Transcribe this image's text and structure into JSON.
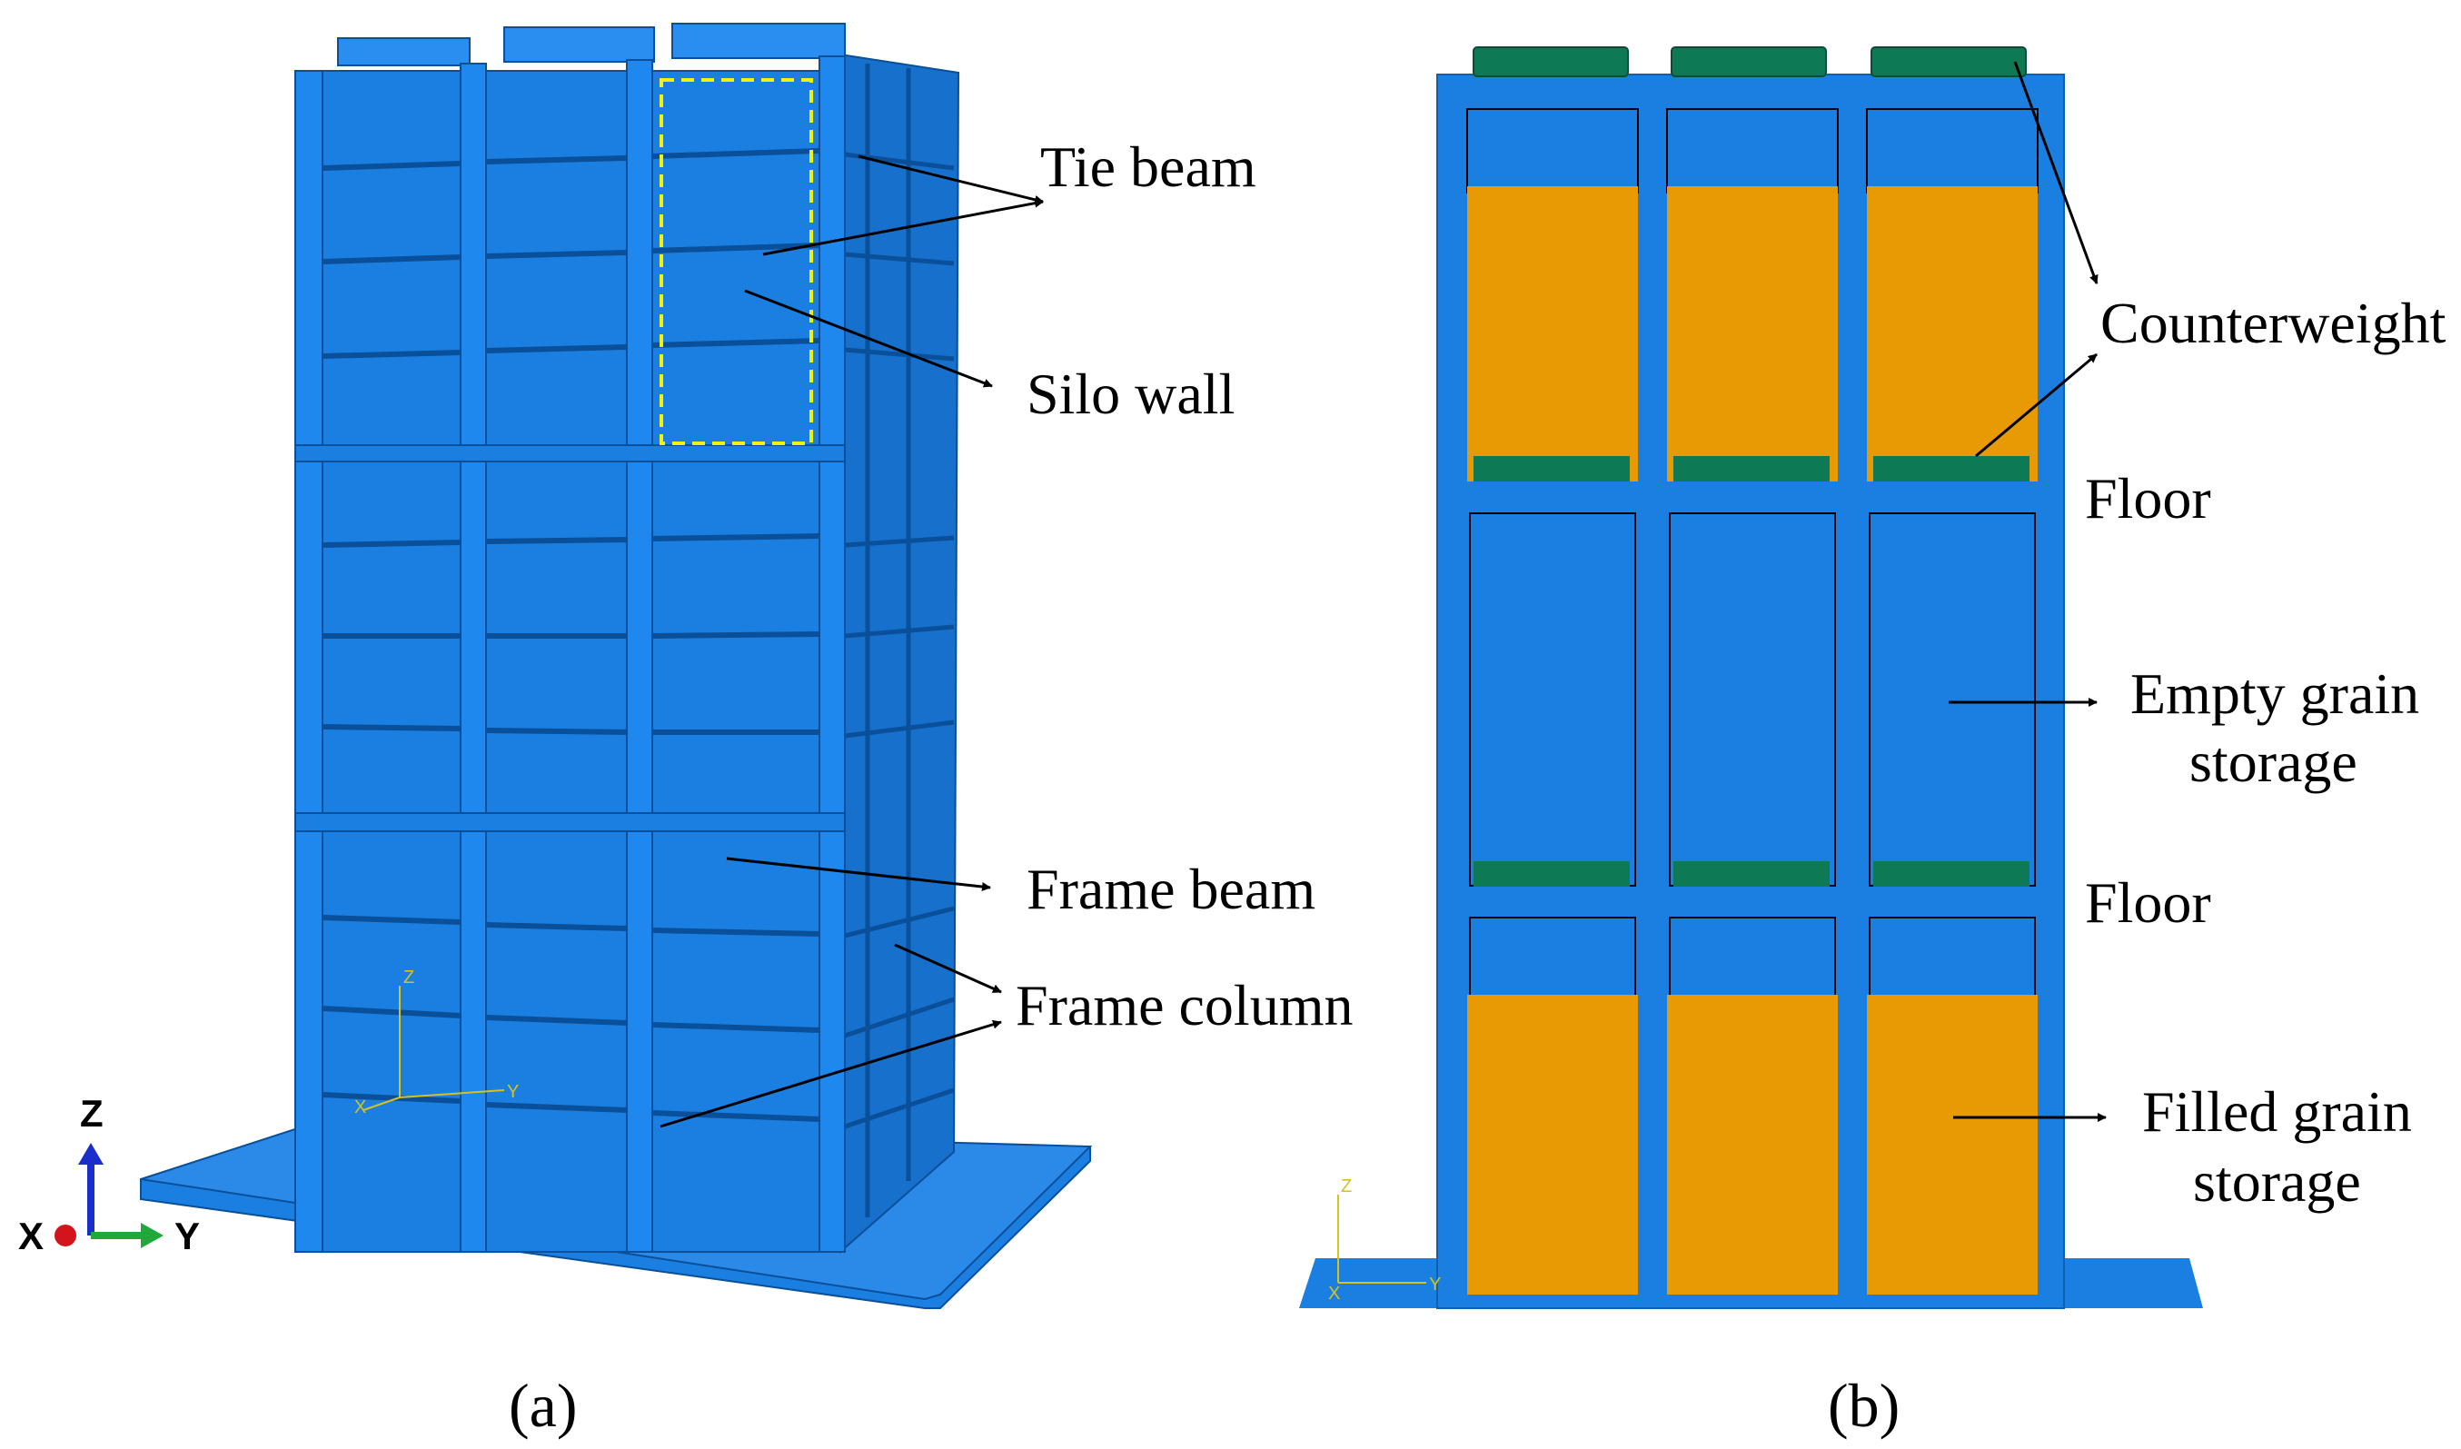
{
  "panel_a": {
    "caption": "(a)",
    "labels": {
      "tie_beam": "Tie beam",
      "silo_wall": "Silo wall",
      "frame_beam": "Frame beam",
      "frame_column": "Frame column"
    },
    "axes": {
      "z": "Z",
      "x": "X",
      "y": "Y"
    },
    "triad": {
      "z": "Z",
      "x": "X",
      "y": "Y"
    }
  },
  "panel_b": {
    "caption": "(b)",
    "labels": {
      "counterweight": "Counterweight",
      "floor_upper": "Floor",
      "empty_storage_line1": "Empty grain",
      "empty_storage_line2": "storage",
      "floor_lower": "Floor",
      "filled_storage_line1": "Filled grain",
      "filled_storage_line2": "storage"
    },
    "triad": {
      "z": "Z",
      "x": "X",
      "y": "Y"
    }
  },
  "colors": {
    "structure_blue": "#1a7fe0",
    "structure_dark": "#0f5fb3",
    "grain_orange": "#e89a05",
    "counterweight_green": "#0d7a55",
    "dashed_highlight": "#f2f20a"
  }
}
